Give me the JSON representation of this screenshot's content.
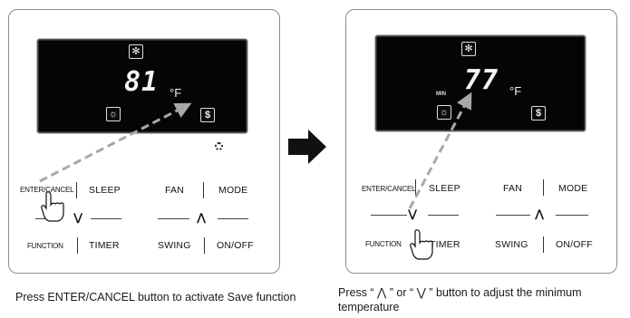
{
  "left_panel": {
    "temperature": "81",
    "unit": "°F",
    "icons": {
      "top": "snowflake-icon",
      "left": "sun-icon",
      "right": "dollar-icon"
    },
    "buttons": {
      "enter_cancel": "ENTER/CANCEL",
      "sleep": "SLEEP",
      "fan": "FAN",
      "mode": "MODE",
      "function": "FUNCTION",
      "timer": "TIMER",
      "swing": "SWING",
      "on_off": "ON/OFF"
    }
  },
  "right_panel": {
    "temperature": "77",
    "unit": "°F",
    "min_label": "MIN",
    "icons": {
      "top": "snowflake-icon",
      "left": "sun-icon",
      "right": "dollar-icon"
    },
    "buttons": {
      "enter_cancel": "ENTER/CANCEL",
      "sleep": "SLEEP",
      "fan": "FAN",
      "mode": "MODE",
      "function": "FUNCTION",
      "timer": "TIMER",
      "swing": "SWING",
      "on_off": "ON/OFF"
    }
  },
  "captions": {
    "left": "Press ENTER/CANCEL button to activate Save function",
    "right": "Press “ ⋀ ” or “ ⋁ ” button to adjust the minimum temperature"
  },
  "colors": {
    "screen": "#050505",
    "arrow": "#a8a8a8",
    "panel_border": "#8c8c8c"
  }
}
